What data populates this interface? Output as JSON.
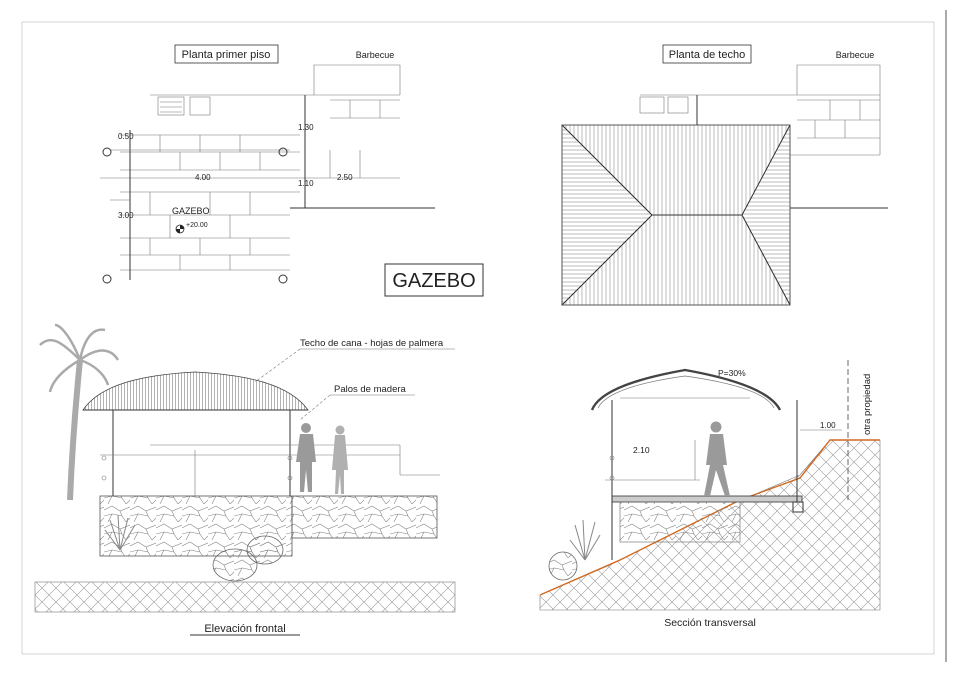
{
  "sheet": {
    "title": "GAZEBO"
  },
  "plan_first_floor": {
    "title": "Planta primer piso",
    "barbecue_label": "Barbecue",
    "room_label": "GAZEBO",
    "level_label": "+20.00",
    "dims": {
      "d_050": "0.50",
      "d_130": "1.30",
      "d_400": "4.00",
      "d_250": "2.50",
      "d_110": "1.10",
      "d_300": "3.00"
    }
  },
  "plan_roof": {
    "title": "Planta de techo",
    "barbecue_label": "Barbecue"
  },
  "elevation": {
    "title": "Elevación frontal",
    "note_roof": "Techo de cana - hojas de palmera",
    "note_posts": "Palos de madera"
  },
  "section": {
    "title": "Sección transversal",
    "slope": "P=30%",
    "height": "2.10",
    "offset": "1.00",
    "neighbor": "otra propiedad"
  },
  "colors": {
    "line": "#333333",
    "terrain": "#d2691e",
    "figure": "#9a9a9a",
    "hatch": "#888888"
  }
}
